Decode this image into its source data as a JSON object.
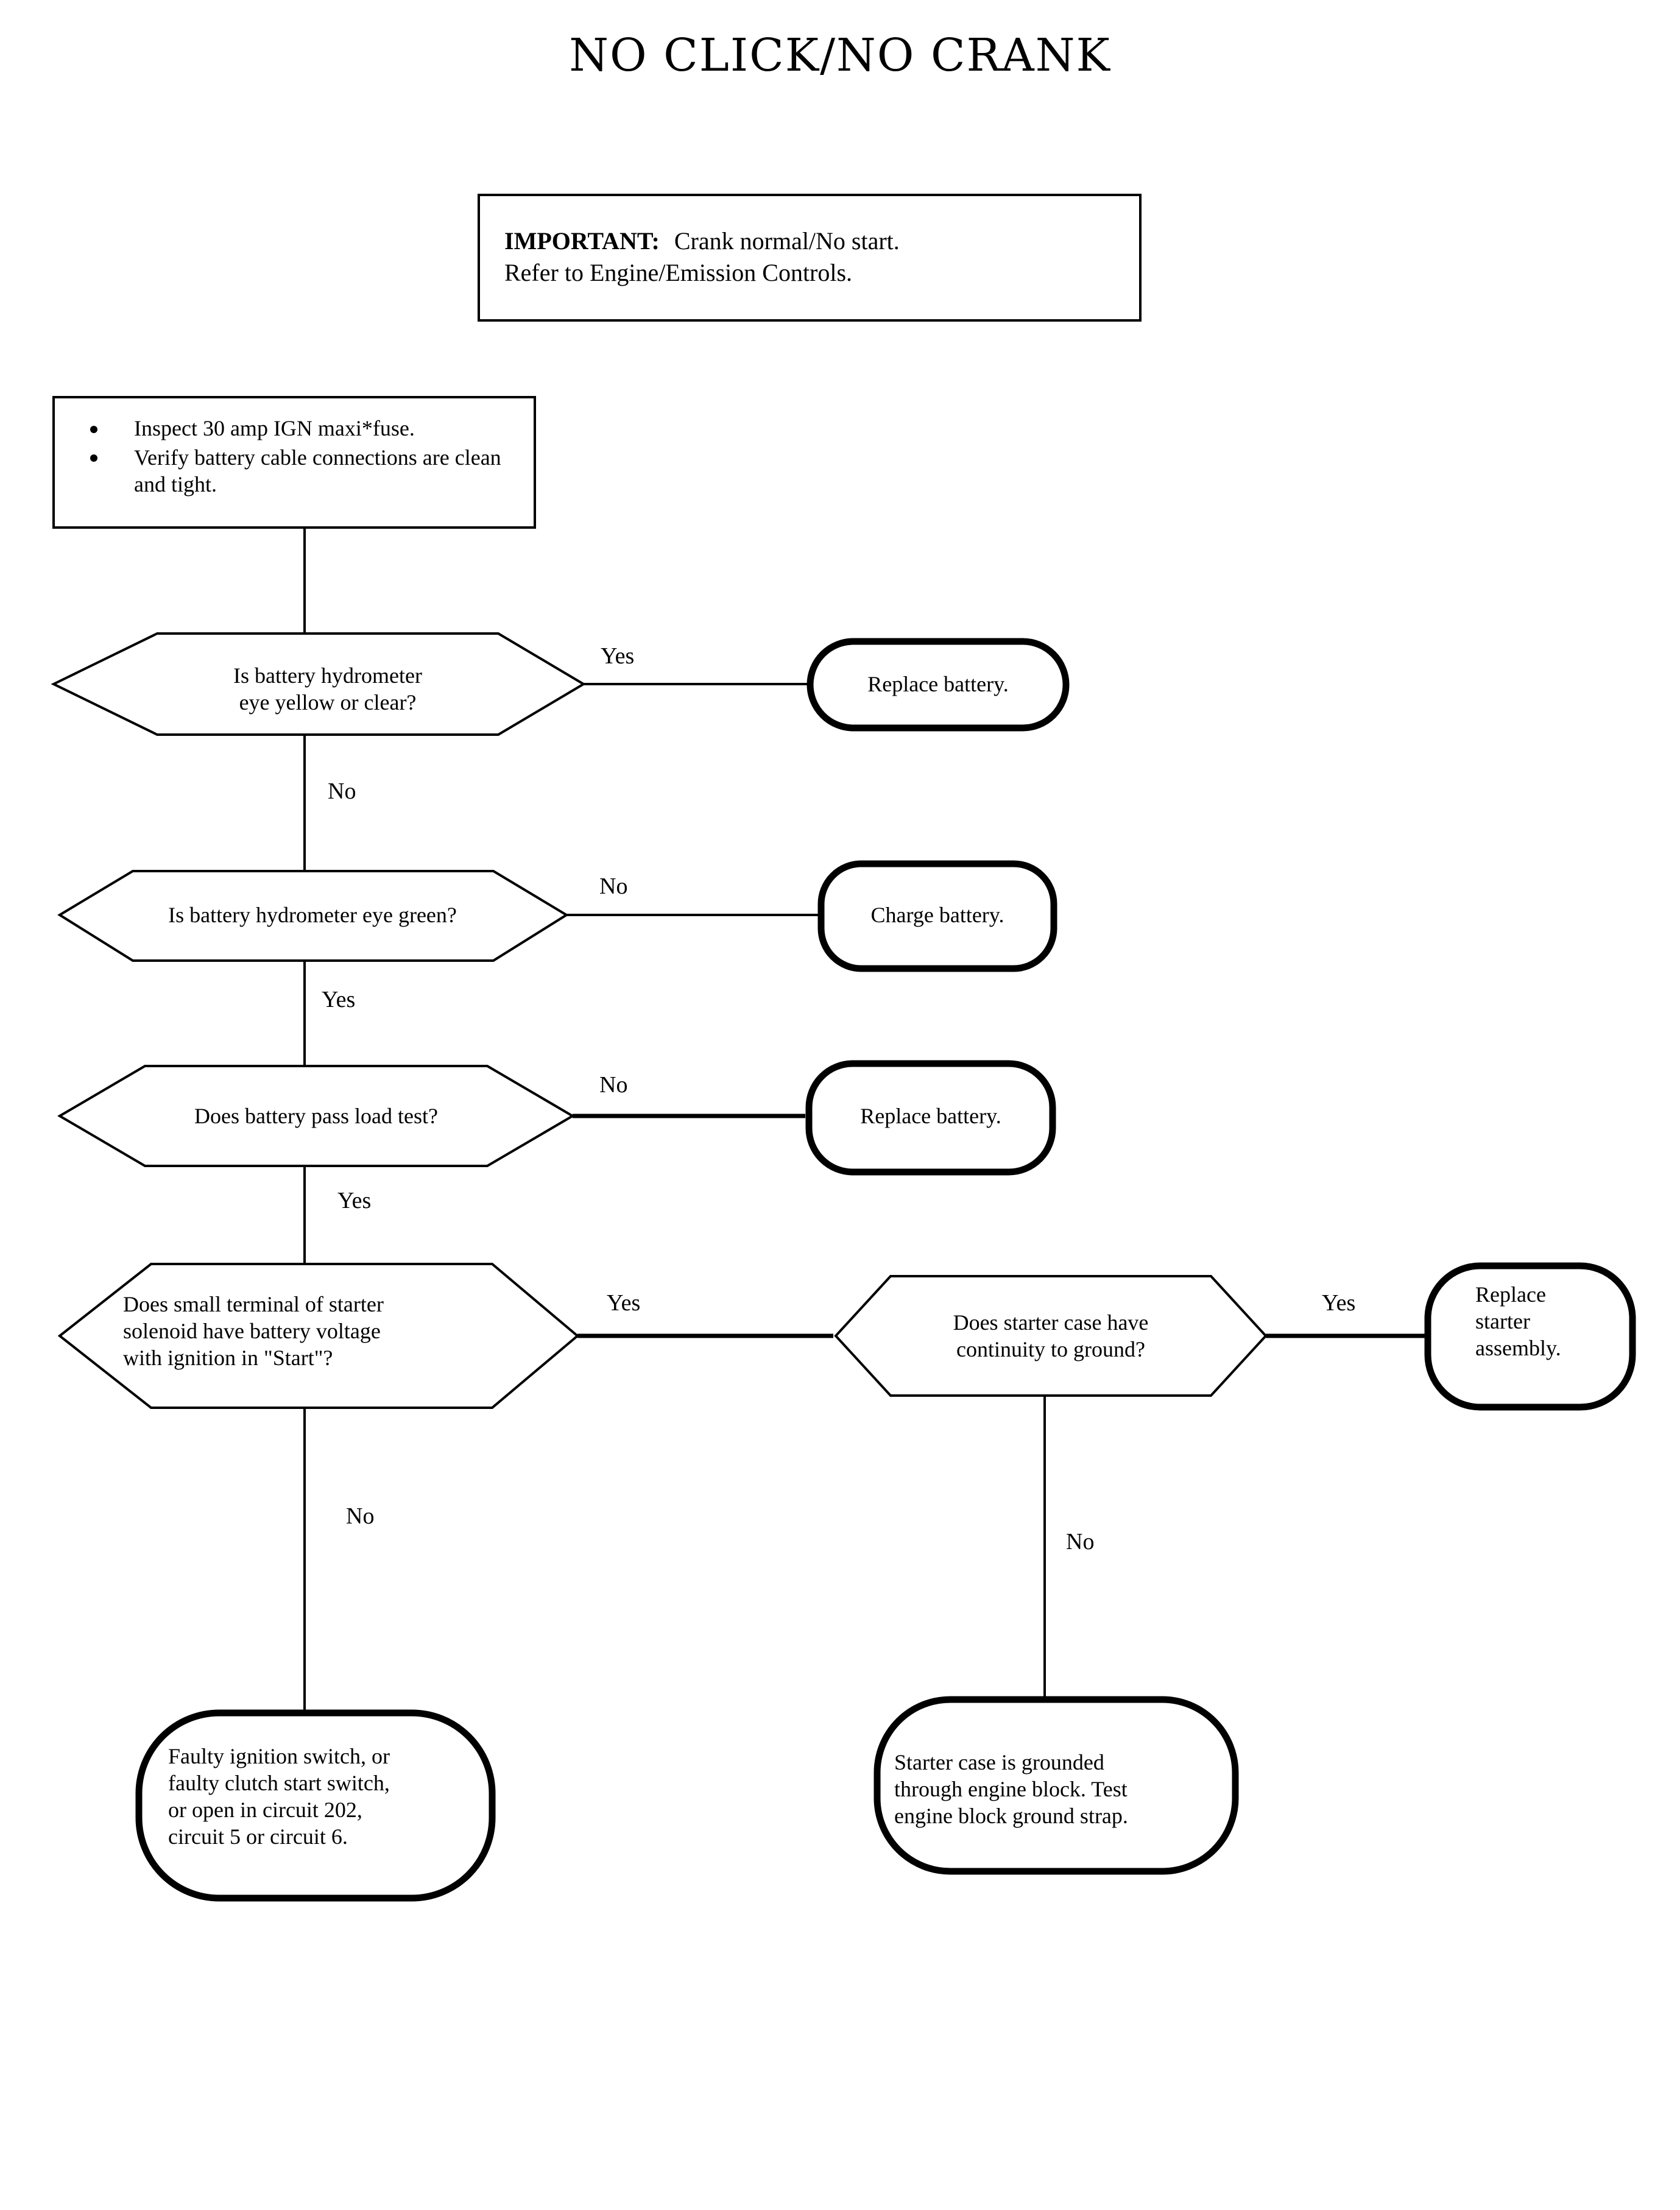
{
  "title": "NO CLICK/NO CRANK",
  "important_note": {
    "label": "IMPORTANT:",
    "line1": "Crank normal/No start.",
    "line2": "Refer to Engine/Emission Controls."
  },
  "inspect_box": {
    "bullets": [
      "Inspect 30 amp IGN maxi*fuse.",
      "Verify battery cable connections\nare clean and tight."
    ]
  },
  "decisions": {
    "d1": "Is battery hydrometer\neye yellow or clear?",
    "d2": "Is battery hydrometer eye green?",
    "d3": "Does battery pass load test?",
    "d4": "Does small terminal of starter\nsolenoid have battery voltage\nwith ignition in \"Start\"?",
    "d5": "Does starter case have\ncontinuity to ground?"
  },
  "terminals": {
    "t1": "Replace battery.",
    "t2": "Charge battery.",
    "t3": "Replace battery.",
    "t4": "Replace\nstarter\nassembly.",
    "t5": "Faulty ignition switch, or\nfaulty clutch start switch,\nor open in circuit 202,\ncircuit 5 or circuit 6.",
    "t6": "Starter case is grounded\nthrough engine block. Test\nengine block ground strap."
  },
  "edge_labels": {
    "e1_yes": "Yes",
    "e1_no": "No",
    "e2_no": "No",
    "e2_yes": "Yes",
    "e3_no": "No",
    "e3_yes": "Yes",
    "e4_yes": "Yes",
    "e4_no": "No",
    "e5_yes": "Yes",
    "e5_no": "No"
  },
  "colors": {
    "stroke": "#000000",
    "background": "#ffffff"
  }
}
